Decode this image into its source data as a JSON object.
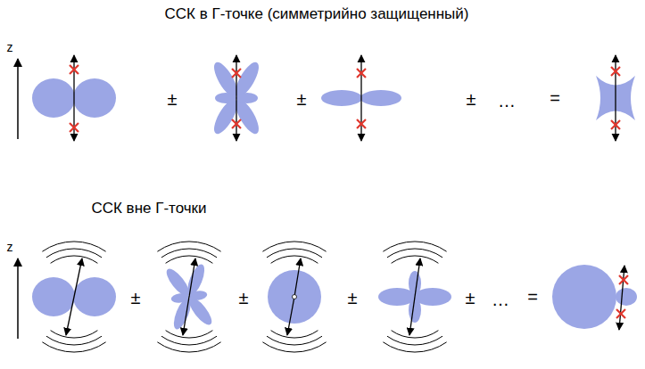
{
  "diagram": {
    "labels": [
      "ССК в Г-точке (симметрийно защищенный)",
      "z",
      "±",
      "±",
      "±",
      "…",
      "=",
      "ССК вне Г-точки",
      "z",
      "±",
      "±",
      "±",
      "±",
      "…",
      "="
    ]
  }
}
